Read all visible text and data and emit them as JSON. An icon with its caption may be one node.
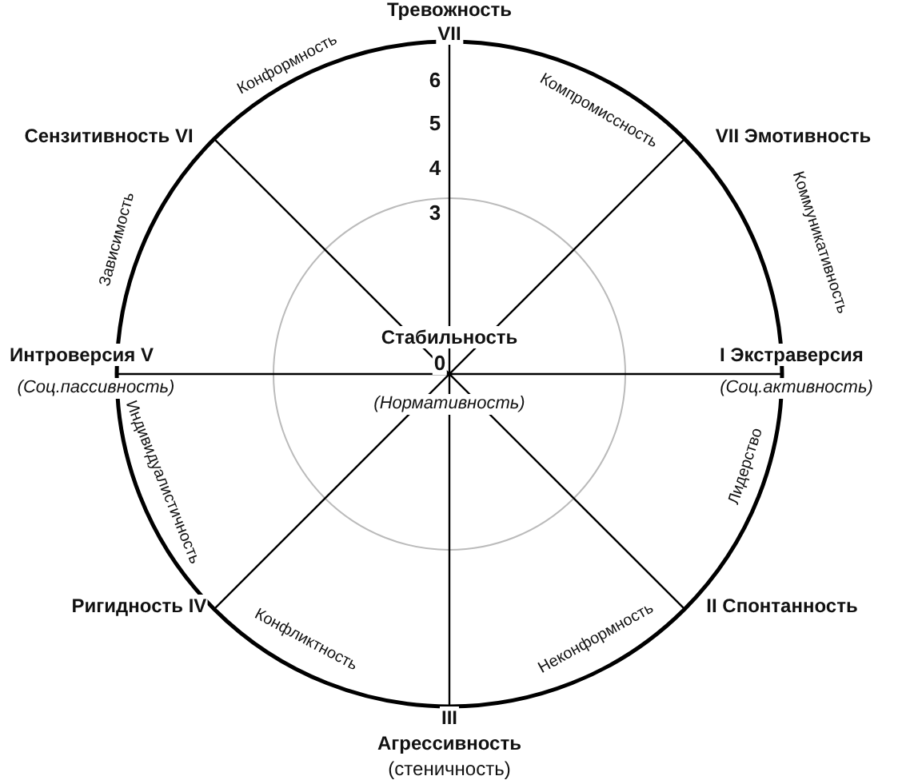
{
  "diagram": {
    "labels": [
      "Тревожность",
      "VII",
      "Конформность",
      "Компромиссность",
      "6",
      "5",
      "Сензитивность VI",
      "VII Эмотивность",
      "4",
      "Коммуникативность",
      "Зависимость",
      "3",
      "Стабильность",
      "Интроверсия V",
      "0",
      "I Экстраверсия",
      "(Соц.пассивность)",
      "(Нормативность)",
      "(Соц.активность)",
      "Индивидуалистичность",
      "Лидерство",
      "Ригидность IV",
      "II Спонтанность",
      "Конфликтность",
      "Неконформность",
      "III",
      "Агрессивность",
      "(стеничность)"
    ]
  }
}
